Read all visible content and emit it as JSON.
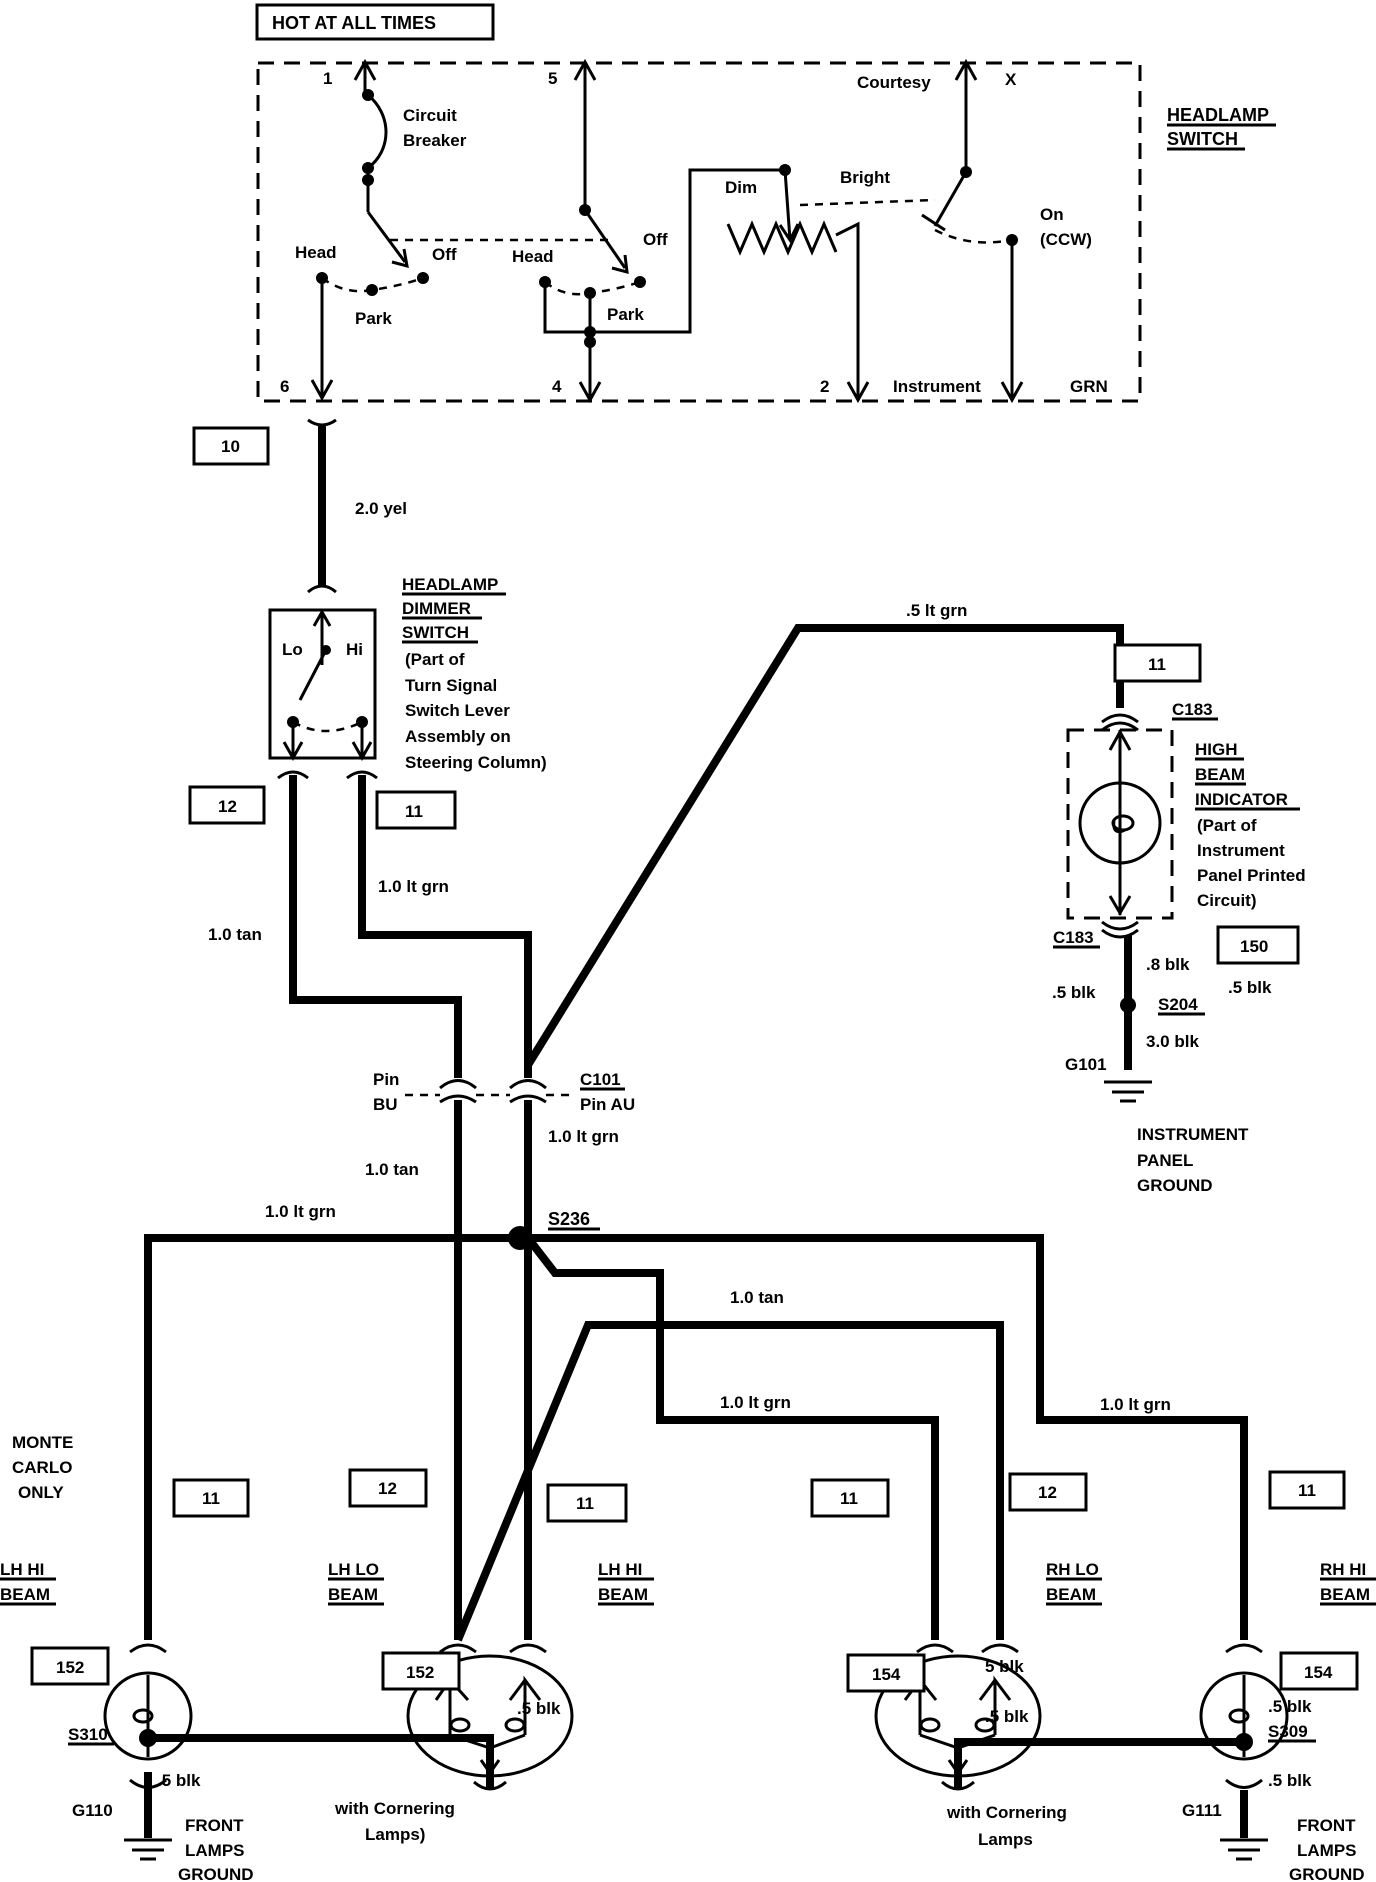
{
  "top_label": "HOT AT ALL TIMES",
  "headlamp_switch": {
    "title_line1": "HEADLAMP",
    "title_line2": "SWITCH",
    "terminal_1": "1",
    "terminal_5": "5",
    "terminal_6": "6",
    "terminal_4": "4",
    "terminal_2": "2",
    "circuit_breaker_1": "Circuit",
    "circuit_breaker_2": "Breaker",
    "head_left": "Head",
    "off_left": "Off",
    "park_left": "Park",
    "head_mid": "Head",
    "off_mid": "Off",
    "park_mid": "Park",
    "dim": "Dim",
    "bright": "Bright",
    "courtesy": "Courtesy",
    "x": "X",
    "on_1": "On",
    "on_2": "(CCW)",
    "instrument": "Instrument",
    "grn": "GRN"
  },
  "boxes": {
    "b10": "10",
    "b12_dimmer": "12",
    "b11_dimmer": "11",
    "b11_indicator": "11",
    "b150": "150",
    "b11_lh_hi_mc": "11",
    "b12_lh_lo": "12",
    "b11_lh_hi": "11",
    "b11_rh_lo": "11",
    "b12_rh_lo": "12",
    "b11_rh_hi": "11",
    "b152_left": "152",
    "b152_mid": "152",
    "b154_mid": "154",
    "b154_right": "154"
  },
  "wires": {
    "yel": "2.0 yel",
    "lt_grn_05_top": ".5 lt grn",
    "tan_10_left": "1.0 tan",
    "lt_grn_10_dimmer": "1.0 lt grn",
    "lt_grn_10_c101": "1.0 lt grn",
    "tan_10_c101": "1.0 tan",
    "lt_grn_10_left": "1.0 lt grn",
    "tan_10_right": "1.0 tan",
    "lt_grn_10_mid": "1.0 lt grn",
    "lt_grn_10_right": "1.0 lt grn",
    "blk_08": ".8 blk",
    "blk_05_ind_left": ".5 blk",
    "blk_05_ind_right": ".5 blk",
    "blk_30": "3.0 blk",
    "blk_05_left_lamp": ".5 blk",
    "blk_05_s310": ".5 blk",
    "blk_5_rh": "5 blk",
    "blk_05_rh_lower": ".5 blk",
    "blk_05_s309_upper": ".5 blk",
    "blk_05_s309_lower": ".5 blk"
  },
  "dimmer": {
    "title_1": "HEADLAMP",
    "title_2": "DIMMER",
    "title_3": "SWITCH",
    "note_1": "(Part of",
    "note_2": "Turn Signal",
    "note_3": "Switch Lever",
    "note_4": "Assembly on",
    "note_5": "Steering Column)",
    "lo": "Lo",
    "hi": "Hi"
  },
  "indicator": {
    "c183_top": "C183",
    "c183_bottom": "C183",
    "title_1": "HIGH",
    "title_2": "BEAM",
    "title_3": "INDICATOR",
    "note_1": "(Part of",
    "note_2": "Instrument",
    "note_3": "Panel Printed",
    "note_4": "Circuit)",
    "s204": "S204",
    "g101": "G101",
    "ground_1": "INSTRUMENT",
    "ground_2": "PANEL",
    "ground_3": "GROUND"
  },
  "connector": {
    "pin_bu_1": "Pin",
    "pin_bu_2": "BU",
    "c101": "C101",
    "pin_au": "Pin AU",
    "s236": "S236"
  },
  "lamps": {
    "monte_1": "MONTE",
    "monte_2": "CARLO",
    "monte_3": "ONLY",
    "lh_hi_mc_1": "LH HI",
    "lh_hi_mc_2": "BEAM",
    "lh_lo_1": "LH LO",
    "lh_lo_2": "BEAM",
    "lh_hi_1": "LH HI",
    "lh_hi_2": "BEAM",
    "rh_lo_1": "RH LO",
    "rh_lo_2": "BEAM",
    "rh_hi_1": "RH HI",
    "rh_hi_2": "BEAM"
  },
  "grounds": {
    "s310": "S310",
    "g110": "G110",
    "front_left_1": "FRONT",
    "front_left_2": "LAMPS",
    "front_left_3": "GROUND",
    "cornering_left_1": "with Cornering",
    "cornering_left_2": "Lamps)",
    "cornering_right_1": "with Cornering",
    "cornering_right_2": "Lamps",
    "s309": "S309",
    "g111": "G111",
    "front_right_1": "FRONT",
    "front_right_2": "LAMPS",
    "front_right_3": "GROUND"
  }
}
